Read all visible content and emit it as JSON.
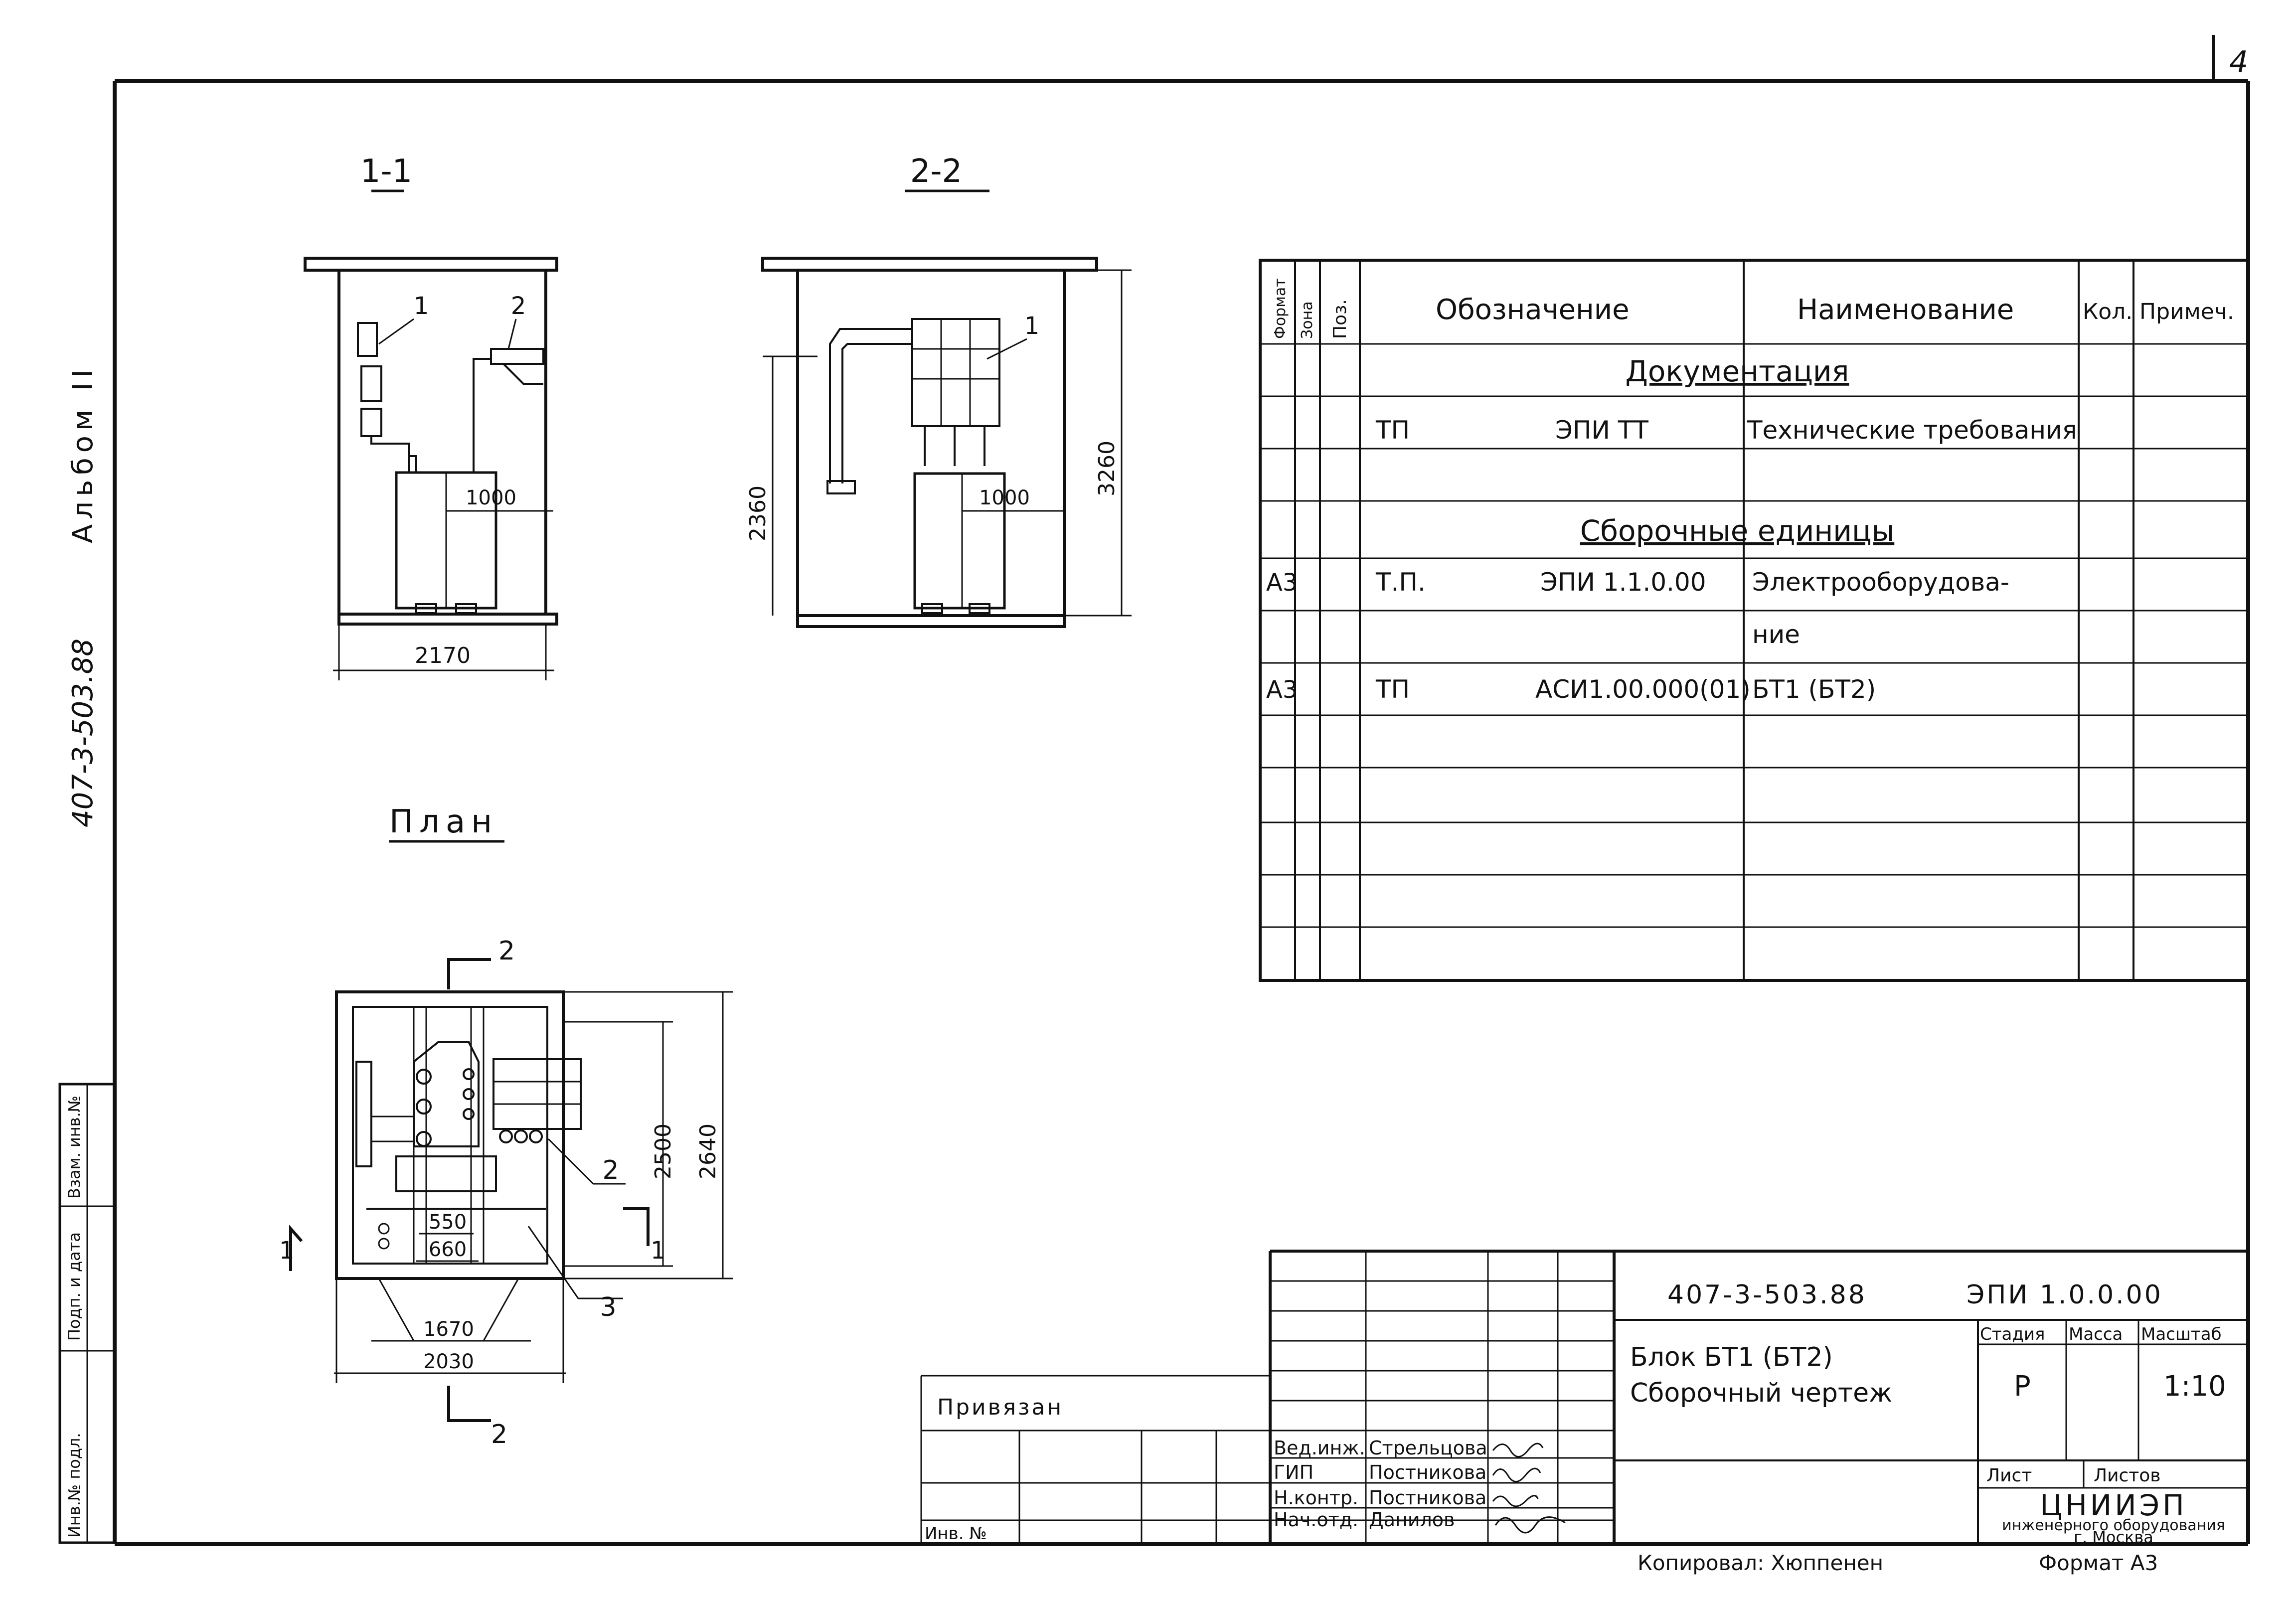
{
  "page_number": "4",
  "album": {
    "code": "407-3-503.88",
    "label": "Альбом II"
  },
  "side_stamp": [
    "Инв.№ подл.",
    "Подп. и дата",
    "Взам. инв.№"
  ],
  "views": {
    "section_1_1": {
      "title": "1-1",
      "callouts": [
        "1",
        "2"
      ],
      "dim_inner": "1000",
      "dim_width": "2170"
    },
    "section_2_2": {
      "title": "2-2",
      "callouts": [
        "1"
      ],
      "dim_inner": "1000",
      "dim_left": "2360",
      "dim_right": "3260"
    },
    "plan": {
      "title": "План",
      "cut_mark_top": "2",
      "cut_mark_bottom": "2",
      "cut_mark_left": "1",
      "cut_mark_right": "1",
      "callouts": [
        "2",
        "3"
      ],
      "dim_a": "550",
      "dim_b": "660",
      "dim_c": "1670",
      "dim_d": "2030",
      "dim_e": "2500",
      "dim_f": "2640"
    }
  },
  "spec_table": {
    "headers": {
      "format": "Формат",
      "zone": "Зона",
      "pos": "Поз.",
      "designation": "Обозначение",
      "name": "Наименование",
      "qty": "Кол.",
      "note": "Примеч."
    },
    "section_docs": "Документация",
    "section_units": "Сборочные единицы",
    "rows": [
      {
        "format": "",
        "pfx": "ТП",
        "code": "ЭПИ ТТ",
        "name": "Технические требования"
      },
      {
        "format": "A3",
        "pfx": "Т.П.",
        "code": "ЭПИ 1.1.0.00",
        "name": "Электрооборудова-",
        "name2": "ние"
      },
      {
        "format": "A3",
        "pfx": "ТП",
        "code": "АСИ1.00.000(01)",
        "name": "БТ1 (БТ2)"
      }
    ]
  },
  "title_block": {
    "doc_number": "407-3-503.88",
    "doc_code": "ЭПИ 1.0.0.00",
    "title_line1": "Блок БТ1 (БТ2)",
    "title_line2": "Сборочный чертеж",
    "stage_label": "Стадия",
    "mass_label": "Масса",
    "scale_label": "Масштаб",
    "stage": "Р",
    "scale": "1:10",
    "sheet_label": "Лист",
    "sheets_label": "Листов",
    "org_line1": "ЦНИИЭП",
    "org_line2": "инженерного оборудования",
    "org_line3": "г. Москва",
    "privyazan": "Привязан",
    "inv_no": "Инв. №",
    "signatures": [
      {
        "role": "Вед.инж.",
        "name": "Стрельцова"
      },
      {
        "role": "ГИП",
        "name": "Постникова"
      },
      {
        "role": "Н.контр.",
        "name": "Постникова"
      },
      {
        "role": "Нач.отд.",
        "name": "Данилов"
      }
    ]
  },
  "footer": {
    "copied": "Копировал: Хюппенен",
    "format": "Формат А3"
  }
}
